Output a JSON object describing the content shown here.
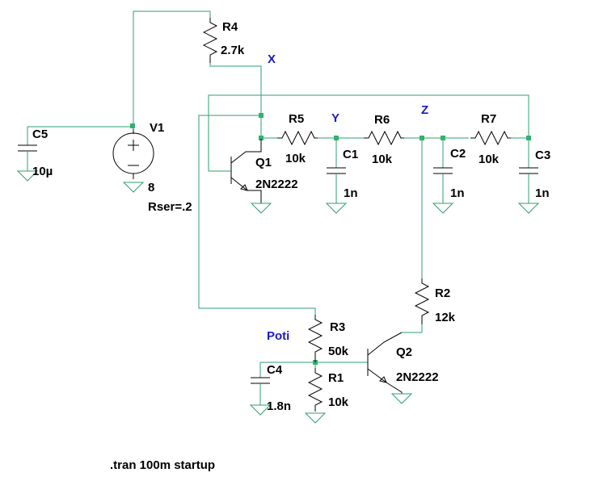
{
  "components": {
    "R4": {
      "ref": "R4",
      "value": "2.7k"
    },
    "R5": {
      "ref": "R5",
      "value": "10k"
    },
    "R6": {
      "ref": "R6",
      "value": "10k"
    },
    "R7": {
      "ref": "R7",
      "value": "10k"
    },
    "R2": {
      "ref": "R2",
      "value": "12k"
    },
    "R3": {
      "ref": "R3",
      "value": "50k"
    },
    "R1": {
      "ref": "R1",
      "value": "10k"
    },
    "C1": {
      "ref": "C1",
      "value": "1n"
    },
    "C2": {
      "ref": "C2",
      "value": "1n"
    },
    "C3": {
      "ref": "C3",
      "value": "1n"
    },
    "C4": {
      "ref": "C4",
      "value": "1.8n"
    },
    "C5": {
      "ref": "C5",
      "value": "10µ"
    },
    "V1": {
      "ref": "V1",
      "value": "8",
      "extra": "Rser=.2"
    },
    "Q1": {
      "ref": "Q1",
      "model": "2N2222"
    },
    "Q2": {
      "ref": "Q2",
      "model": "2N2222"
    }
  },
  "nets": {
    "X": "X",
    "Y": "Y",
    "Z": "Z",
    "Poti": "Poti"
  },
  "directive": ".tran 100m startup",
  "colors": {
    "wire": "#2f9f6f",
    "node": "#2fb36f",
    "net_label": "#1a1ac8",
    "component": "#000000"
  }
}
